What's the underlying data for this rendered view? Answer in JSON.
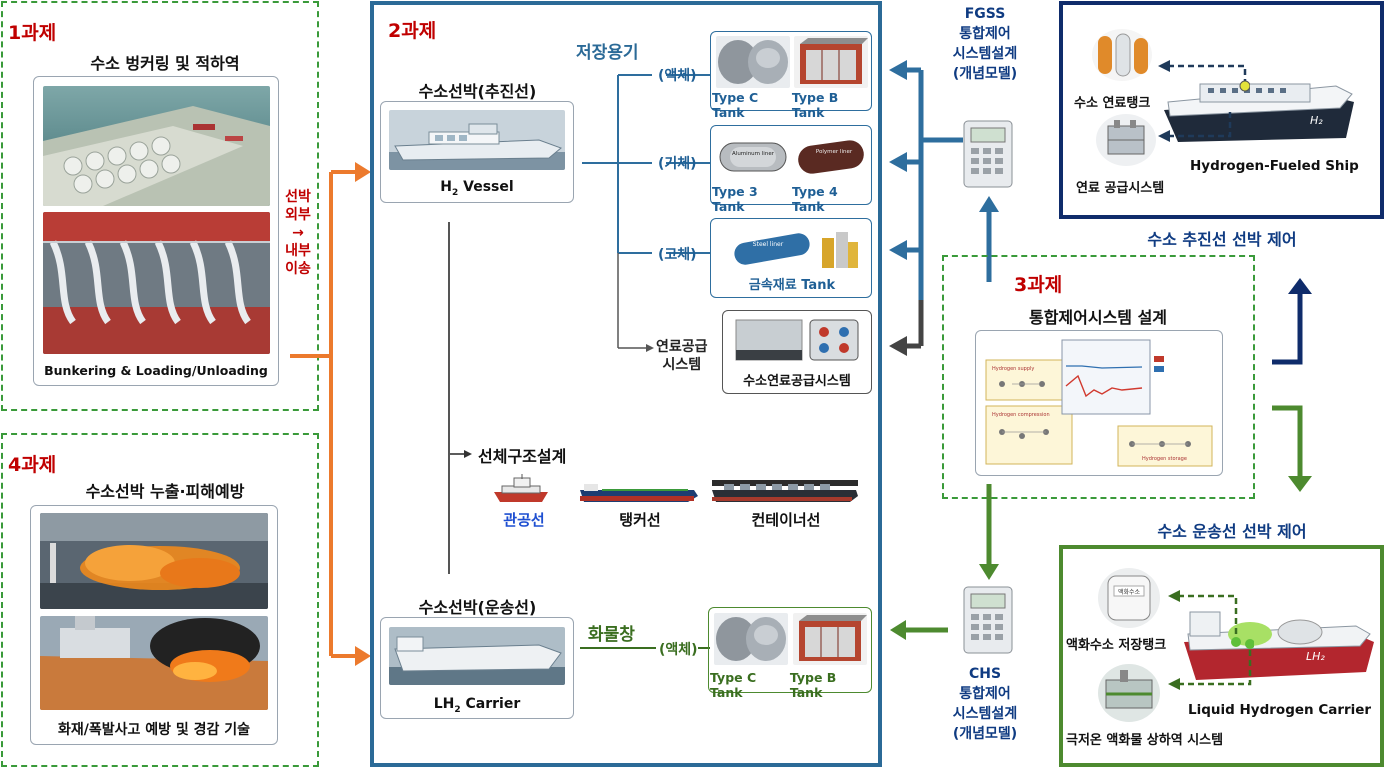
{
  "task1": {
    "num": "1과제",
    "title": "수소 벙커링 및 적하역",
    "caption": "Bunkering & Loading/Unloading",
    "side_label": [
      "선박",
      "외부",
      "→",
      "내부",
      "이송"
    ]
  },
  "task4": {
    "num": "4과제",
    "title": "수소선박 누출·피해예방",
    "caption": "화재/폭발사고 예방 및 경감 기술"
  },
  "task2": {
    "num": "2과제",
    "vessel_title": "수소선박(추진선)",
    "vessel_caption_main": "H",
    "vessel_caption_sub": "2",
    "vessel_caption_rest": " Vessel",
    "storage_title": "저장용기",
    "liquid_label": "(액체)",
    "gas_label": "(기체)",
    "solid_label": "(고체)",
    "fuel_supply_label": [
      "연료공급",
      "시스템"
    ],
    "liquid_tanks": [
      "Type C Tank",
      "Type B Tank"
    ],
    "gas_tanks": [
      "Type 3 Tank",
      "Type 4 Tank"
    ],
    "gas_liner_labels": [
      "Aluminum liner",
      "Polymer liner"
    ],
    "solid_tank": "금속재료 Tank",
    "solid_liner_label": "Steel liner",
    "fuel_supply_caption": "수소연료공급시스템",
    "hull_design": "선체구조설계",
    "ship_types": [
      "관공선",
      "탱커선",
      "컨테이너선"
    ],
    "carrier_title": "수소선박(운송선)",
    "carrier_caption_main": "LH",
    "carrier_caption_sub": "2",
    "carrier_caption_rest": " Carrier",
    "cargo_title": "화물창",
    "cargo_liquid_label": "(액체)",
    "cargo_tanks": [
      "Type C Tank",
      "Type B Tank"
    ]
  },
  "fgss": {
    "lines": [
      "FGSS",
      "통합제어",
      "시스템설계",
      "(개념모델)"
    ]
  },
  "chs": {
    "lines": [
      "CHS",
      "통합제어",
      "시스템설계",
      "(개념모델)"
    ]
  },
  "task3": {
    "num": "3과제",
    "title": "통합제어시스템 설계",
    "panel_labels": [
      "Hydrogen supply",
      "Hydrogen compression",
      "Hydrogen storage"
    ]
  },
  "propulsion_ship": {
    "tank_label": "수소 연료탱크",
    "supply_label": "연료 공급시스템",
    "ship_label": "Hydrogen-Fueled Ship",
    "hull_mark": "H₂",
    "caption": "수소 추진선 선박 제어"
  },
  "carrier_ship": {
    "caption": "수소 운송선 선박 제어",
    "tank_label": "액화수소 저장탱크",
    "ship_label": "Liquid Hydrogen Carrier",
    "handling_label": "극저온 액화물 상하역 시스템",
    "hull_mark": "LH₂",
    "tank_sign": "액화수소"
  },
  "colors": {
    "task_red": "#c00000",
    "dash_green": "#3a9a3a",
    "task2_blue": "#2b6a97",
    "arrow_orange": "#ec7a2d",
    "arrow_blue": "#2e6e9e",
    "arrow_dark": "#444444",
    "navy": "#0f2c6b",
    "green": "#4d8a2f"
  }
}
